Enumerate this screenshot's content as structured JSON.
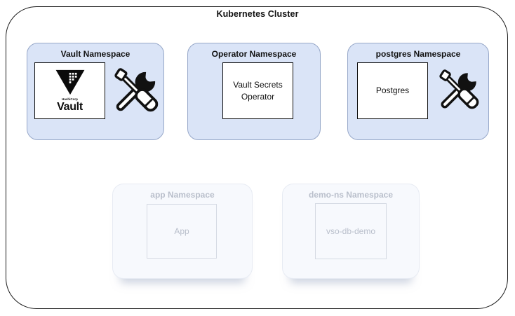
{
  "diagram": {
    "title": "Kubernetes Cluster",
    "namespaces": [
      {
        "id": "vault",
        "label": "Vault Namespace",
        "node": "Vault",
        "state": "active",
        "has_tools": true
      },
      {
        "id": "operator",
        "label": "Operator Namespace",
        "node": "Vault Secrets Operator",
        "state": "active",
        "has_tools": false
      },
      {
        "id": "postgres",
        "label": "postgres Namespace",
        "node": "Postgres",
        "state": "active",
        "has_tools": true
      },
      {
        "id": "app",
        "label": "app Namespace",
        "node": "App",
        "state": "faded",
        "has_tools": false
      },
      {
        "id": "demo-ns",
        "label": "demo-ns Namespace",
        "node": "vso-db-demo",
        "state": "faded",
        "has_tools": false
      }
    ],
    "vault_logo": {
      "brand": "HashiCorp",
      "product": "Vault"
    },
    "icons": {
      "tools": "wrench-and-screwdriver-icon"
    },
    "colors": {
      "namespace_fill": "#dae4f7",
      "namespace_border": "#96a7c8",
      "faded_fill": "#f7f9fd",
      "faded_border": "#e7ebf3",
      "faded_text": "#b9bfcb",
      "node_border": "#101010",
      "outer_border": "#1b1b1b"
    }
  }
}
